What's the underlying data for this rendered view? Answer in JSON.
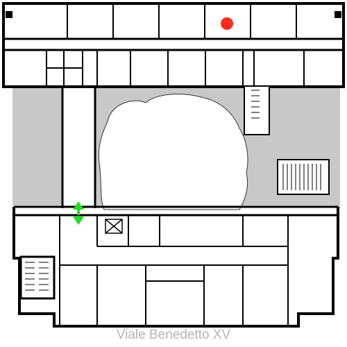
{
  "map": {
    "street_label": "Viale Benedetto XV",
    "colors": {
      "wall": "#000000",
      "room": "#ffffff",
      "courtyard": "#c8c8c8",
      "street_text": "#b4b4b4",
      "current_location_marker": "#ff2a1a",
      "entrance_arrow": "#22dd22"
    },
    "markers": [
      {
        "type": "current-location",
        "icon": "red-dot-icon"
      },
      {
        "type": "entrance",
        "icon": "double-arrow-icon"
      }
    ]
  }
}
